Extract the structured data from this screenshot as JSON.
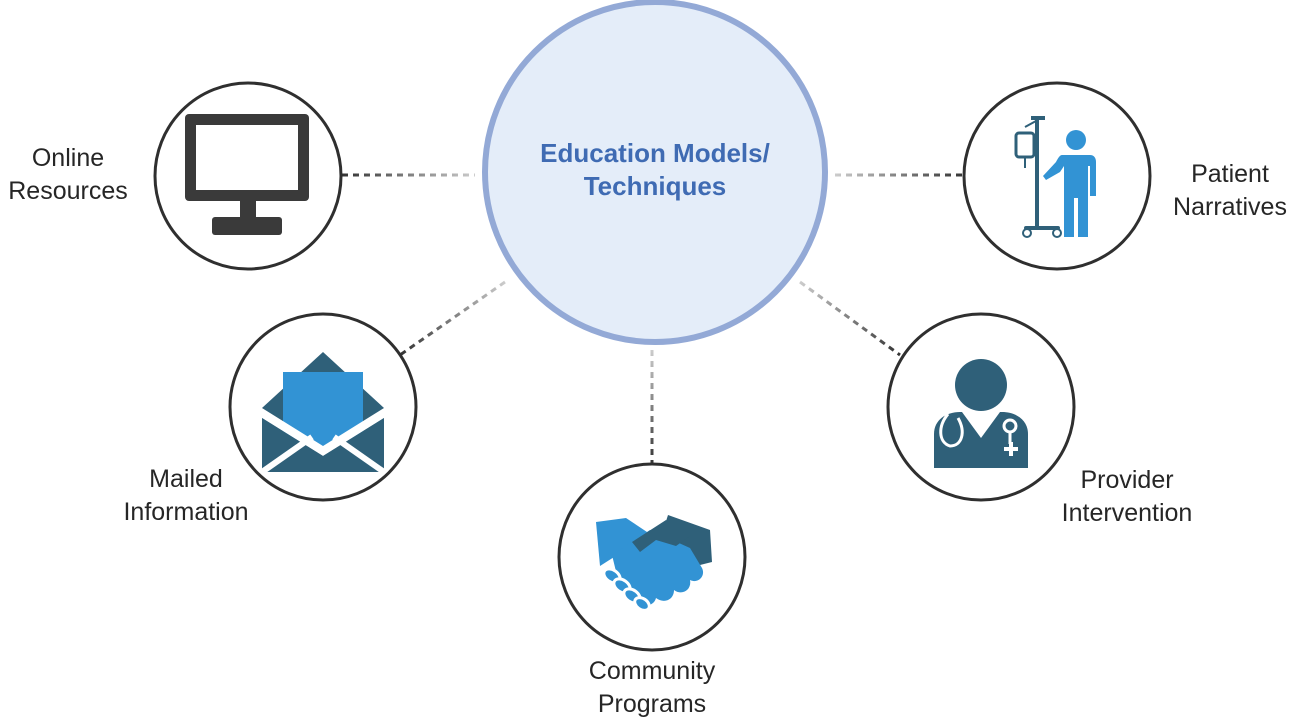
{
  "colors": {
    "center_fill": "#e4edf9",
    "center_stroke": "#93a9d6",
    "center_text": "#3f6bb3",
    "node_stroke": "#2f2f2f",
    "icon_dark": "#2f6079",
    "icon_light": "#3293d4",
    "monitor": "#3a3a3a",
    "connector": "#555555"
  },
  "center": {
    "line1": "Education Models/",
    "line2": "Techniques"
  },
  "nodes": {
    "online": {
      "line1": "Online",
      "line2": "Resources",
      "icon": "monitor-icon"
    },
    "mailed": {
      "line1": "Mailed",
      "line2": "Information",
      "icon": "open-envelope-icon"
    },
    "community": {
      "line1": "Community",
      "line2": "Programs",
      "icon": "handshake-icon"
    },
    "provider": {
      "line1": "Provider",
      "line2": "Intervention",
      "icon": "doctor-icon"
    },
    "patient": {
      "line1": "Patient",
      "line2": "Narratives",
      "icon": "patient-iv-icon"
    }
  }
}
